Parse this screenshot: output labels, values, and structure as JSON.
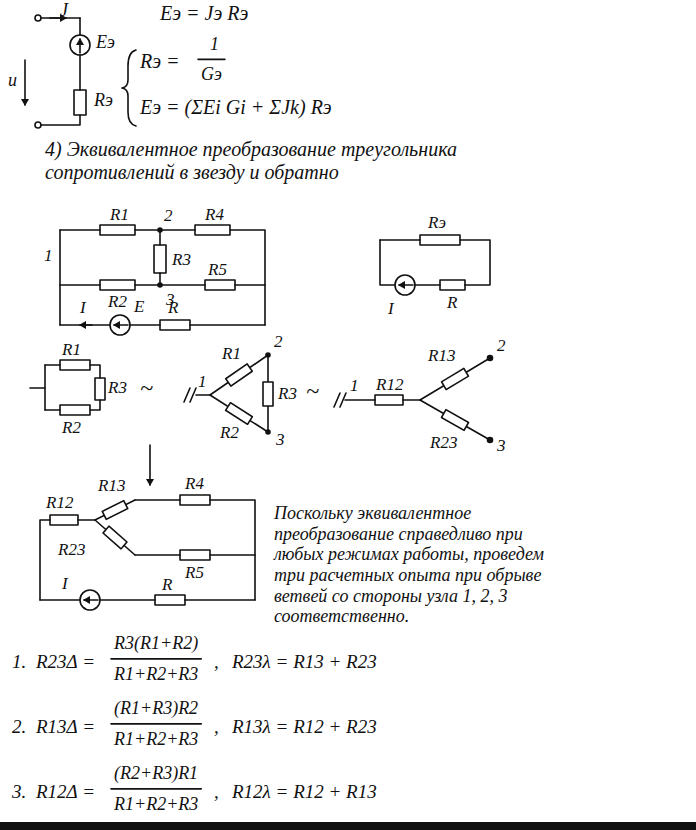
{
  "diagram": {
    "labels": [
      "J",
      "Eэ",
      "u",
      "Rэ",
      "Eэ = Jэ Rэ",
      "Rэ =",
      "1",
      "Gэ",
      "Eэ = (ΣEi Gi + ΣJk) Rэ",
      "4) Эквивалентное преобразование треугольника сопротивлений в звезду и обратно",
      "R1",
      "2",
      "R4",
      "1",
      "R3",
      "R2",
      "3",
      "R5",
      "I",
      "E",
      "R",
      "Rэ",
      "I",
      "R",
      "R1",
      "R2",
      "R3",
      "~",
      "1",
      "R1",
      "2",
      "R3",
      "R2",
      "3",
      "~",
      "1",
      "R12",
      "R13",
      "2",
      "R23",
      "3",
      "R12",
      "R13",
      "R4",
      "R23",
      "R5",
      "I",
      "R",
      "Поскольку эквивалентное преобразование справедливо при любых режимах работы, проведем три расчетных опыта при обрыве ветвей со стороны узла 1, 2, 3 соответственно.",
      "1.",
      "R23Δ =",
      "R3(R1+R2)",
      "R1+R2+R3",
      ",",
      "R23λ = R13 + R23",
      "2.",
      "R13Δ =",
      "(R1+R3)R2",
      "R1+R2+R3",
      ",",
      "R13λ = R12 + R23",
      "3.",
      "R12Δ =",
      "(R2+R3)R1",
      "R1+R2+R3",
      ",",
      "R12λ = R12 + R13"
    ]
  }
}
